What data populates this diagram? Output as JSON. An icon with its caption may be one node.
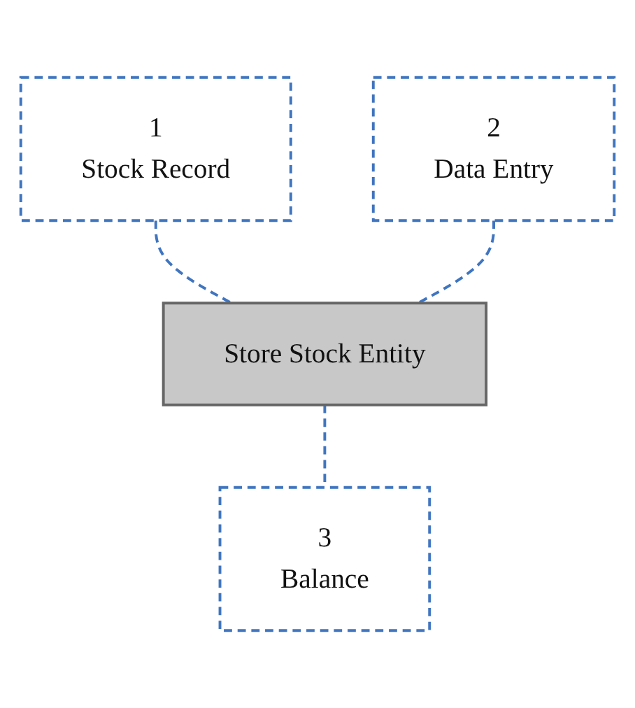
{
  "diagram": {
    "nodes": [
      {
        "text": [
          "1",
          "Stock Record"
        ]
      },
      {
        "text": [
          "2",
          "Data Entry"
        ]
      },
      {
        "text": [
          "Store Stock Entity"
        ]
      },
      {
        "text": [
          "3",
          "Balance"
        ]
      }
    ],
    "edges": [
      {
        "from": 0,
        "to": 2,
        "arrow": "none",
        "style": "dashed"
      },
      {
        "from": 1,
        "to": 2,
        "arrow": "none",
        "style": "dashed"
      },
      {
        "from": 2,
        "to": 3,
        "arrow": "none",
        "style": "dashed"
      }
    ]
  }
}
